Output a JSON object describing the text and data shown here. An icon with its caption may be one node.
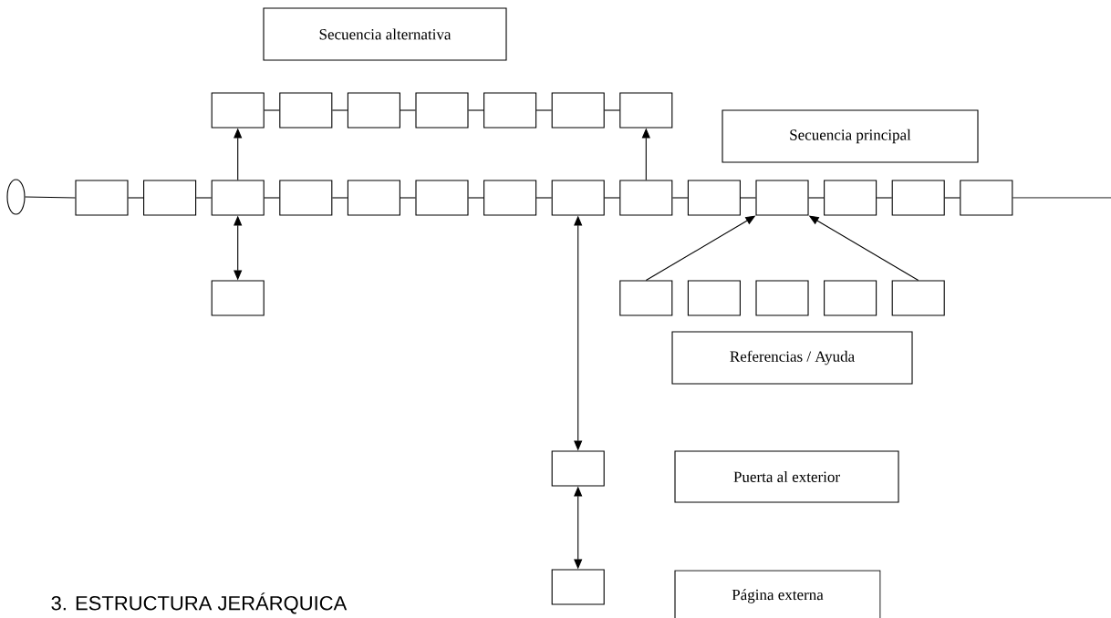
{
  "diagram": {
    "nodes": [
      {
        "text": [
          "Secuencia alternativa"
        ]
      },
      {
        "text": [],
        "shape": "box"
      },
      {
        "text": [],
        "shape": "box"
      },
      {
        "text": [],
        "shape": "box"
      },
      {
        "text": [],
        "shape": "box"
      },
      {
        "text": [],
        "shape": "box"
      },
      {
        "text": [],
        "shape": "box"
      },
      {
        "text": [],
        "shape": "box"
      },
      {
        "text": [
          "Secuencia principal"
        ]
      },
      {
        "text": [],
        "shape": "ellipse"
      },
      {
        "text": [],
        "shape": "box"
      },
      {
        "text": [],
        "shape": "box"
      },
      {
        "text": [],
        "shape": "box"
      },
      {
        "text": [],
        "shape": "box"
      },
      {
        "text": [],
        "shape": "box"
      },
      {
        "text": [],
        "shape": "box"
      },
      {
        "text": [],
        "shape": "box"
      },
      {
        "text": [],
        "shape": "box"
      },
      {
        "text": [],
        "shape": "box"
      },
      {
        "text": [],
        "shape": "box"
      },
      {
        "text": [],
        "shape": "box"
      },
      {
        "text": [],
        "shape": "box"
      },
      {
        "text": [],
        "shape": "box"
      },
      {
        "text": [],
        "shape": "box"
      },
      {
        "text": [],
        "shape": "box"
      },
      {
        "text": [],
        "shape": "box"
      },
      {
        "text": [],
        "shape": "box"
      },
      {
        "text": [],
        "shape": "box"
      },
      {
        "text": [],
        "shape": "box"
      },
      {
        "text": [],
        "shape": "box"
      },
      {
        "text": [
          "Referencias / Ayuda"
        ]
      },
      {
        "text": [],
        "shape": "box"
      },
      {
        "text": [
          "Puerta al exterior"
        ]
      },
      {
        "text": [],
        "shape": "box"
      },
      {
        "text": [
          "Página externa"
        ]
      }
    ],
    "edges": [
      {
        "from": 1,
        "to": 2,
        "arrow": "none"
      },
      {
        "from": 2,
        "to": 3,
        "arrow": "none"
      },
      {
        "from": 3,
        "to": 4,
        "arrow": "none"
      },
      {
        "from": 4,
        "to": 5,
        "arrow": "none"
      },
      {
        "from": 5,
        "to": 6,
        "arrow": "none"
      },
      {
        "from": 6,
        "to": 7,
        "arrow": "none"
      },
      {
        "from": 9,
        "to": 10,
        "arrow": "none"
      },
      {
        "from": 10,
        "to": 11,
        "arrow": "none"
      },
      {
        "from": 11,
        "to": 12,
        "arrow": "none"
      },
      {
        "from": 12,
        "to": 13,
        "arrow": "none"
      },
      {
        "from": 13,
        "to": 14,
        "arrow": "none"
      },
      {
        "from": 14,
        "to": 15,
        "arrow": "none"
      },
      {
        "from": 15,
        "to": 16,
        "arrow": "none"
      },
      {
        "from": 16,
        "to": 17,
        "arrow": "none"
      },
      {
        "from": 17,
        "to": 18,
        "arrow": "none"
      },
      {
        "from": 18,
        "to": 19,
        "arrow": "none"
      },
      {
        "from": 19,
        "to": 20,
        "arrow": "none"
      },
      {
        "from": 20,
        "to": 21,
        "arrow": "none"
      },
      {
        "from": 21,
        "to": 22,
        "arrow": "none"
      },
      {
        "from": 22,
        "to": 23,
        "arrow": "none"
      },
      {
        "from": 23,
        "to": null,
        "arrow": "none"
      },
      {
        "from": 12,
        "to": 1,
        "arrow": "to"
      },
      {
        "from": 18,
        "to": 7,
        "arrow": "to"
      },
      {
        "from": 12,
        "to": 24,
        "arrow": "both"
      },
      {
        "from": 25,
        "to": 20,
        "arrow": "to"
      },
      {
        "from": 29,
        "to": 20,
        "arrow": "to"
      },
      {
        "from": 17,
        "to": 31,
        "arrow": "both"
      },
      {
        "from": 31,
        "to": 33,
        "arrow": "both"
      }
    ],
    "labels": [
      "3. ESTRUCTURA JERÁRQUICA"
    ]
  }
}
